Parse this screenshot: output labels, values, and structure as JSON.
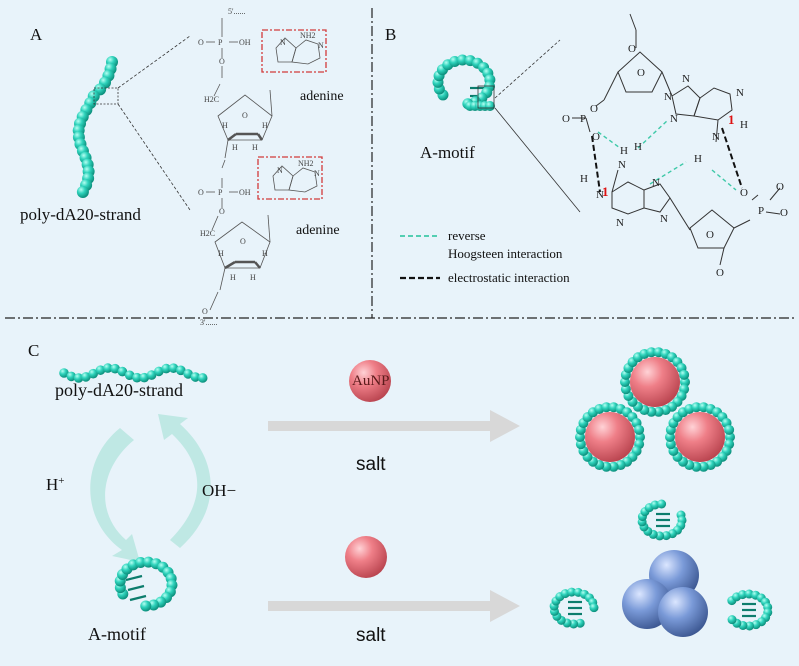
{
  "panel_a": {
    "letter": "A",
    "strand_label": "poly-dA20-strand",
    "adenine_top": "adenine",
    "adenine_bottom": "adenine",
    "chem": {
      "five_prime": "5'......",
      "three_prime": "3'......",
      "o": "O",
      "p": "P",
      "oh": "OH",
      "h2c": "H2C",
      "h": "H",
      "n": "N",
      "nh2": "NH2"
    }
  },
  "panel_b": {
    "letter": "B",
    "motif_label": "A-motif",
    "legend_reverse_1": "reverse",
    "legend_reverse_2": "Hoogsteen interaction",
    "legend_electrostatic": "electrostatic interaction",
    "atom_marker": "1",
    "chem": {
      "o": "O",
      "p": "P",
      "n": "N",
      "h": "H"
    }
  },
  "panel_c": {
    "letter": "C",
    "strand_label": "poly-dA20-strand",
    "motif_label": "A-motif",
    "acid_label": "H+",
    "base_label": "OH−",
    "aunp_label": "AuNP",
    "salt_top": "salt",
    "salt_bottom": "salt"
  },
  "colors": {
    "background": "#e8f3fa",
    "bead": "#2ec9b4",
    "bead_highlight": "#a8f5e8",
    "aunp": "#e8707a",
    "aggregate": "#6f8fd0",
    "arrow": "#d8d8d8",
    "cycle_arrow": "#bfe8e4",
    "box_red": "#d23b3b",
    "hoogsteen": "#3ec9a8"
  }
}
